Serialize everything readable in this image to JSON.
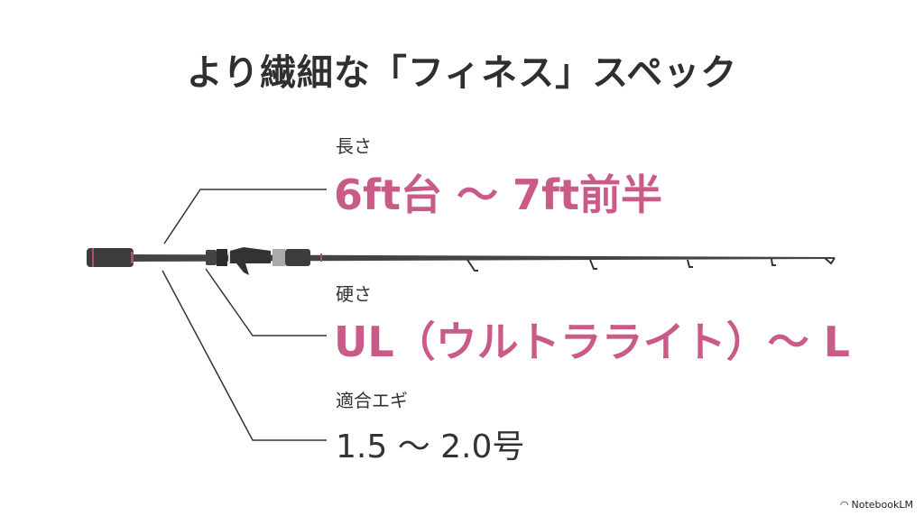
{
  "title": "より繊細な「フィネス」スペック",
  "specs": [
    {
      "label": "長さ",
      "value": "6ft台 ～ 7ft前半"
    },
    {
      "label": "硬さ",
      "value": "UL（ウルトラライト）～ L"
    },
    {
      "label": "適合エギ",
      "value": "1.5 ～ 2.0号"
    }
  ],
  "watermark": "NotebookLM",
  "colors": {
    "accent": "#c95b88",
    "text": "#333333",
    "rod": "#3a3a3a"
  }
}
